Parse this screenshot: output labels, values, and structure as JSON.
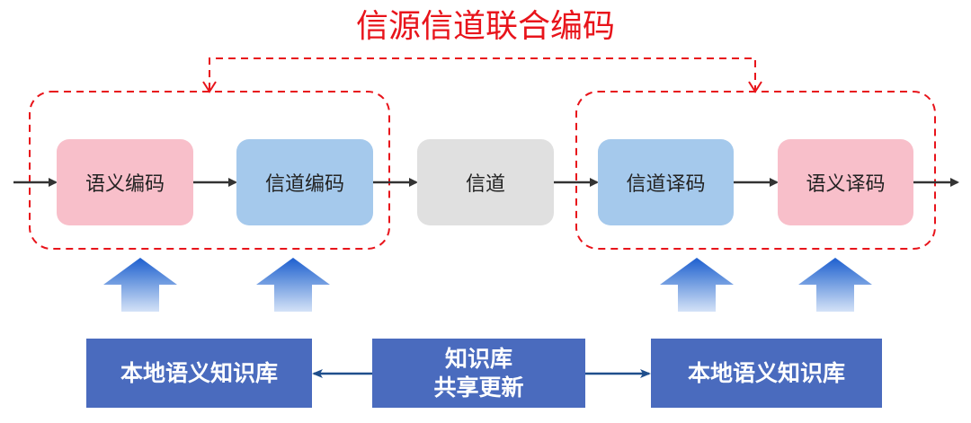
{
  "title": "信源信道联合编码",
  "colors": {
    "joint_coding_red": "#E8141B",
    "semantic_pink": "#F8BFCA",
    "channel_blue": "#A5C9EC",
    "channel_gray": "#E0E0E0",
    "knowledge_base_blue": "#4A6BBE",
    "flow_arrow": "#333333",
    "kb_arrow": "#1F4E8C"
  },
  "pipeline": [
    {
      "id": "semantic-encoding",
      "label": "语义编码",
      "kind": "semantic"
    },
    {
      "id": "channel-encoding",
      "label": "信道编码",
      "kind": "channel"
    },
    {
      "id": "channel",
      "label": "信道",
      "kind": "medium"
    },
    {
      "id": "channel-decoding",
      "label": "信道译码",
      "kind": "channel"
    },
    {
      "id": "semantic-decoding",
      "label": "语义译码",
      "kind": "semantic"
    }
  ],
  "knowledge_bases": {
    "left": "本地语义知识库",
    "center_line1": "知识库",
    "center_line2": "共享更新",
    "right": "本地语义知识库"
  },
  "icons": {
    "flow_arrow": "arrow-right-icon",
    "kb_support_arrow": "gradient-up-arrow-icon",
    "joint_feedback_arrow": "dashed-down-arrow-icon"
  }
}
